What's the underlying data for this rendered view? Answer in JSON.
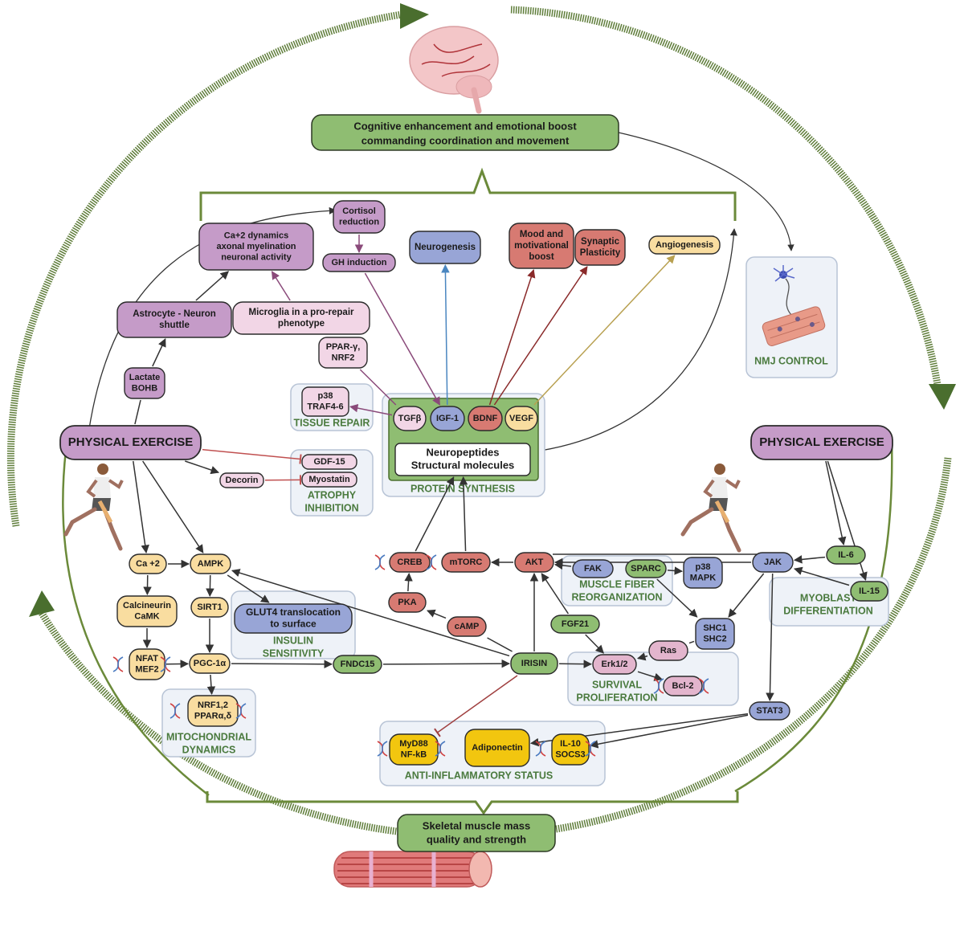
{
  "colors": {
    "purple": "#c59bc8",
    "light_pink": "#f2d6e6",
    "pink": "#e3b5cd",
    "blue": "#98a5d6",
    "red": "#d77a72",
    "yellow": "#f9dda0",
    "gold": "#f2c60f",
    "green": "#8fbd72",
    "green_dark": "#4a6e2e",
    "group_bg": "#eef2f8",
    "group_border": "#b8c4d6",
    "white": "#ffffff"
  },
  "cycle": {
    "arrow_color": "#4a6e2e",
    "inner_ring_color": "#6b8a3a"
  },
  "headers": {
    "top": {
      "lines": [
        "Cognitive enhancement and emotional boost",
        "commanding coordination and movement"
      ]
    },
    "bottom": {
      "lines": [
        "Skeletal muscle mass",
        "quality and strength"
      ]
    }
  },
  "illustrations": {
    "brain": "brain-illustration",
    "muscle_fiber": "muscle-fiber-illustration",
    "runner_left": "runner-illustration",
    "runner_right": "runner-illustration",
    "neuron_muscle": "neuron-muscle-illustration"
  },
  "groups": [
    {
      "id": "tissue_repair",
      "label": [
        "TISSUE REPAIR"
      ]
    },
    {
      "id": "atrophy_inhibition",
      "label": [
        "ATROPHY",
        "INHIBITION"
      ]
    },
    {
      "id": "protein_synthesis",
      "label": [
        "PROTEIN SYNTHESIS"
      ]
    },
    {
      "id": "nmj_control",
      "label": [
        "NMJ CONTROL"
      ]
    },
    {
      "id": "insulin_sensitivity",
      "label": [
        "INSULIN",
        "SENSITIVITY"
      ]
    },
    {
      "id": "mitochondrial_dynamics",
      "label": [
        "MITOCHONDRIAL",
        "DYNAMICS"
      ]
    },
    {
      "id": "muscle_fiber_reorganization",
      "label": [
        "MUSCLE FIBER",
        "REORGANIZATION"
      ]
    },
    {
      "id": "myoblast_differentiation",
      "label": [
        "MYOBLAST",
        "DIFFERENTIATION"
      ]
    },
    {
      "id": "survival_proliferation",
      "label": [
        "SURVIVAL",
        "PROLIFERATION"
      ]
    },
    {
      "id": "anti_inflammatory",
      "label": [
        "ANTI-INFLAMMATORY STATUS"
      ]
    }
  ],
  "nodes": [
    {
      "id": "pe_left",
      "lines": [
        "PHYSICAL EXERCISE"
      ],
      "color": "purple"
    },
    {
      "id": "pe_right",
      "lines": [
        "PHYSICAL EXERCISE"
      ],
      "color": "purple"
    },
    {
      "id": "lactate",
      "lines": [
        "Lactate",
        "BOHB"
      ],
      "color": "purple"
    },
    {
      "id": "astrocyte",
      "lines": [
        "Astrocyte - Neuron",
        "shuttle"
      ],
      "color": "purple"
    },
    {
      "id": "ca_dyn",
      "lines": [
        "Ca+2 dynamics",
        "axonal myelination",
        "neuronal activity"
      ],
      "color": "purple"
    },
    {
      "id": "cortisol",
      "lines": [
        "Cortisol",
        "reduction"
      ],
      "color": "purple"
    },
    {
      "id": "gh",
      "lines": [
        "GH induction"
      ],
      "color": "purple"
    },
    {
      "id": "microglia",
      "lines": [
        "Microglia in a pro-repair",
        "phenotype"
      ],
      "color": "light_pink"
    },
    {
      "id": "ppar",
      "lines": [
        "PPAR-γ,",
        "NRF2"
      ],
      "color": "light_pink"
    },
    {
      "id": "neurogenesis",
      "lines": [
        "Neurogenesis"
      ],
      "color": "blue"
    },
    {
      "id": "mood",
      "lines": [
        "Mood and",
        "motivational",
        "boost"
      ],
      "color": "red"
    },
    {
      "id": "synaptic",
      "lines": [
        "Synaptic",
        "Plasticity"
      ],
      "color": "red"
    },
    {
      "id": "angiogenesis",
      "lines": [
        "Angiogenesis"
      ],
      "color": "yellow"
    },
    {
      "id": "p38_traf",
      "lines": [
        "p38",
        "TRAF4-6"
      ],
      "color": "light_pink"
    },
    {
      "id": "tgfb",
      "lines": [
        "TGFβ"
      ],
      "color": "light_pink"
    },
    {
      "id": "igf1",
      "lines": [
        "IGF-1"
      ],
      "color": "blue"
    },
    {
      "id": "bdnf",
      "lines": [
        "BDNF"
      ],
      "color": "red"
    },
    {
      "id": "vegf",
      "lines": [
        "VEGF"
      ],
      "color": "yellow"
    },
    {
      "id": "neuropeptides",
      "lines": [
        "Neuropeptides",
        "Structural molecules"
      ],
      "color": "white"
    },
    {
      "id": "gdf15",
      "lines": [
        "GDF-15"
      ],
      "color": "light_pink"
    },
    {
      "id": "myostatin",
      "lines": [
        "Myostatin"
      ],
      "color": "light_pink"
    },
    {
      "id": "decorin",
      "lines": [
        "Decorin"
      ],
      "color": "light_pink"
    },
    {
      "id": "ca2",
      "lines": [
        "Ca +2"
      ],
      "color": "yellow"
    },
    {
      "id": "ampk",
      "lines": [
        "AMPK"
      ],
      "color": "yellow"
    },
    {
      "id": "calcineurin",
      "lines": [
        "Calcineurin",
        "CaMK"
      ],
      "color": "yellow"
    },
    {
      "id": "sirt1",
      "lines": [
        "SIRT1"
      ],
      "color": "yellow"
    },
    {
      "id": "glut4",
      "lines": [
        "GLUT4 translocation",
        "to surface"
      ],
      "color": "blue"
    },
    {
      "id": "nfat",
      "lines": [
        "NFAT",
        "MEF2"
      ],
      "color": "yellow"
    },
    {
      "id": "pgc",
      "lines": [
        "PGC-1α"
      ],
      "color": "yellow"
    },
    {
      "id": "nrf12",
      "lines": [
        "NRF1,2",
        "PPARα,δ"
      ],
      "color": "yellow"
    },
    {
      "id": "fndc15",
      "lines": [
        "FNDC15"
      ],
      "color": "green"
    },
    {
      "id": "irisin",
      "lines": [
        "IRISIN"
      ],
      "color": "green"
    },
    {
      "id": "creb",
      "lines": [
        "CREB"
      ],
      "color": "red"
    },
    {
      "id": "mtorc",
      "lines": [
        "mTORC"
      ],
      "color": "red"
    },
    {
      "id": "akt",
      "lines": [
        "AKT"
      ],
      "color": "red"
    },
    {
      "id": "pka",
      "lines": [
        "PKA"
      ],
      "color": "red"
    },
    {
      "id": "camp",
      "lines": [
        "cAMP"
      ],
      "color": "red"
    },
    {
      "id": "fgf21",
      "lines": [
        "FGF21"
      ],
      "color": "green"
    },
    {
      "id": "fak",
      "lines": [
        "FAK"
      ],
      "color": "blue"
    },
    {
      "id": "sparc",
      "lines": [
        "SPARC"
      ],
      "color": "green"
    },
    {
      "id": "p38mapk",
      "lines": [
        "p38",
        "MAPK"
      ],
      "color": "blue"
    },
    {
      "id": "jak",
      "lines": [
        "JAK"
      ],
      "color": "blue"
    },
    {
      "id": "il6",
      "lines": [
        "IL-6"
      ],
      "color": "green"
    },
    {
      "id": "il15",
      "lines": [
        "IL-15"
      ],
      "color": "green"
    },
    {
      "id": "shc",
      "lines": [
        "SHC1",
        "SHC2"
      ],
      "color": "blue"
    },
    {
      "id": "ras",
      "lines": [
        "Ras"
      ],
      "color": "pink"
    },
    {
      "id": "erk",
      "lines": [
        "Erk1/2"
      ],
      "color": "pink"
    },
    {
      "id": "bcl2",
      "lines": [
        "Bcl-2"
      ],
      "color": "pink"
    },
    {
      "id": "stat3",
      "lines": [
        "STAT3"
      ],
      "color": "blue"
    },
    {
      "id": "myd88",
      "lines": [
        "MyD88",
        "NF-kB"
      ],
      "color": "gold"
    },
    {
      "id": "adiponectin",
      "lines": [
        "Adiponectin"
      ],
      "color": "gold"
    },
    {
      "id": "il10",
      "lines": [
        "IL-10",
        "SOCS3"
      ],
      "color": "gold"
    }
  ],
  "edges": [
    {
      "from": "pe_left",
      "to": "lactate",
      "type": "line",
      "color": "#333333"
    },
    {
      "from": "lactate",
      "to": "astrocyte",
      "type": "arrow",
      "color": "#333333"
    },
    {
      "from": "astrocyte",
      "to": "ca_dyn",
      "type": "arrow",
      "color": "#333333"
    },
    {
      "from": "microglia",
      "to": "ca_dyn",
      "type": "arrow",
      "color": "#8a4a7a"
    },
    {
      "from": "cortisol",
      "to": "gh",
      "type": "arrow",
      "color": "#8a4a7a"
    },
    {
      "from": "gh",
      "to": "igf1",
      "type": "arrow",
      "color": "#8a4a7a"
    },
    {
      "from": "ppar",
      "to": "tgfb",
      "type": "line",
      "color": "#8a4a7a"
    },
    {
      "from": "tgfb",
      "to": "p38_traf",
      "type": "arrow",
      "color": "#8a4a7a"
    },
    {
      "from": "igf1",
      "to": "neurogenesis",
      "type": "arrow",
      "color": "#4a86c0"
    },
    {
      "from": "bdnf",
      "to": "mood",
      "type": "arrow",
      "color": "#8a2a2a"
    },
    {
      "from": "bdnf",
      "to": "synaptic",
      "type": "arrow",
      "color": "#8a2a2a"
    },
    {
      "from": "vegf",
      "to": "angiogenesis",
      "type": "arrow",
      "color": "#b8a050"
    },
    {
      "from": "pe_left",
      "to": "gdf15",
      "type": "inhibit",
      "color": "#c05050"
    },
    {
      "from": "pe_left",
      "to": "decorin",
      "type": "arrow",
      "color": "#333333"
    },
    {
      "from": "decorin",
      "to": "myostatin",
      "type": "inhibit",
      "color": "#c05050"
    },
    {
      "from": "pe_left",
      "to": "ca2",
      "type": "arrow",
      "color": "#333333"
    },
    {
      "from": "pe_left",
      "to": "ampk",
      "type": "arrow",
      "color": "#333333"
    },
    {
      "from": "ca2",
      "to": "ampk",
      "type": "arrow",
      "color": "#333333"
    },
    {
      "from": "ca2",
      "to": "calcineurin",
      "type": "arrow",
      "color": "#333333"
    },
    {
      "from": "ampk",
      "to": "sirt1",
      "type": "arrow",
      "color": "#333333"
    },
    {
      "from": "ampk",
      "to": "glut4",
      "type": "arrow",
      "color": "#333333"
    },
    {
      "from": "calcineurin",
      "to": "nfat",
      "type": "arrow",
      "color": "#333333"
    },
    {
      "from": "sirt1",
      "to": "pgc",
      "type": "arrow",
      "color": "#333333"
    },
    {
      "from": "nfat",
      "to": "pgc",
      "type": "arrow",
      "color": "#333333"
    },
    {
      "from": "pgc",
      "to": "nrf12",
      "type": "arrow",
      "color": "#333333"
    },
    {
      "from": "pgc",
      "to": "fndc15",
      "type": "arrow",
      "color": "#333333"
    },
    {
      "from": "fndc15",
      "to": "irisin",
      "type": "arrow",
      "color": "#333333"
    },
    {
      "from": "irisin",
      "to": "ampk",
      "type": "arrow",
      "color": "#333333"
    },
    {
      "from": "irisin",
      "to": "camp",
      "type": "line",
      "color": "#333333"
    },
    {
      "from": "camp",
      "to": "pka",
      "type": "arrow",
      "color": "#333333"
    },
    {
      "from": "pka",
      "to": "creb",
      "type": "arrow",
      "color": "#333333"
    },
    {
      "from": "irisin",
      "to": "akt",
      "type": "arrow",
      "color": "#333333"
    },
    {
      "from": "fgf21",
      "to": "akt",
      "type": "arrow",
      "color": "#333333"
    },
    {
      "from": "fgf21",
      "to": "erk",
      "type": "arrow",
      "color": "#333333"
    },
    {
      "from": "irisin",
      "to": "erk",
      "type": "arrow",
      "color": "#333333"
    },
    {
      "from": "irisin",
      "to": "myd88",
      "type": "inhibit",
      "color": "#a04040"
    },
    {
      "from": "akt",
      "to": "mtorc",
      "type": "arrow",
      "color": "#333333"
    },
    {
      "from": "creb",
      "to": "neuropeptides",
      "type": "arrow",
      "color": "#333333"
    },
    {
      "from": "mtorc",
      "to": "neuropeptides",
      "type": "arrow",
      "color": "#333333"
    },
    {
      "from": "fak",
      "to": "akt",
      "type": "arrow",
      "color": "#333333"
    },
    {
      "from": "sparc",
      "to": "p38mapk",
      "type": "arrow",
      "color": "#333333"
    },
    {
      "from": "sparc",
      "to": "shc",
      "type": "arrow",
      "color": "#333333"
    },
    {
      "from": "jak",
      "to": "shc",
      "type": "arrow",
      "color": "#333333"
    },
    {
      "from": "jak",
      "to": "akt",
      "type": "arrow",
      "color": "#333333"
    },
    {
      "from": "jak",
      "to": "stat3",
      "type": "arrow",
      "color": "#333333"
    },
    {
      "from": "il6",
      "to": "jak",
      "type": "arrow",
      "color": "#333333"
    },
    {
      "from": "il15",
      "to": "jak",
      "type": "arrow",
      "color": "#333333"
    },
    {
      "from": "pe_right",
      "to": "il6",
      "type": "arrow",
      "color": "#333333"
    },
    {
      "from": "pe_right",
      "to": "il15",
      "type": "arrow",
      "color": "#333333"
    },
    {
      "from": "shc",
      "to": "ras",
      "type": "line",
      "color": "#333333"
    },
    {
      "from": "ras",
      "to": "erk",
      "type": "arrow",
      "color": "#333333"
    },
    {
      "from": "erk",
      "to": "bcl2",
      "type": "arrow",
      "color": "#333333"
    },
    {
      "from": "stat3",
      "to": "adiponectin",
      "type": "arrow",
      "color": "#333333"
    },
    {
      "from": "stat3",
      "to": "il10",
      "type": "arrow",
      "color": "#333333"
    }
  ]
}
